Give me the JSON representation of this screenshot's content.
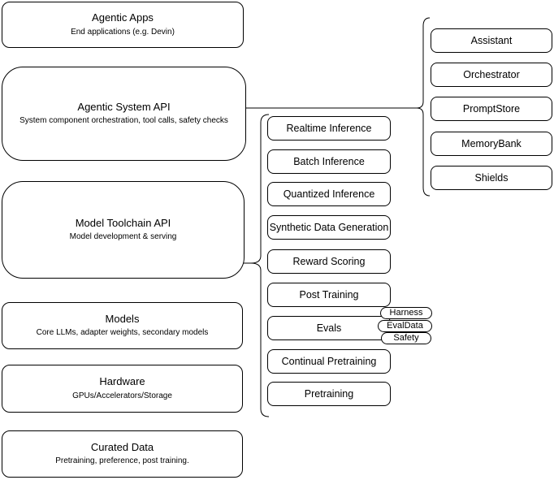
{
  "diagram": {
    "left_boxes": [
      {
        "title": "Agentic Apps",
        "subtitle": "End applications (e.g. Devin)"
      },
      {
        "title": "Agentic System API",
        "subtitle": "System component orchestration, tool calls, safety checks"
      },
      {
        "title": "Model Toolchain API",
        "subtitle": "Model development & serving"
      },
      {
        "title": "Models",
        "subtitle": "Core LLMs, adapter weights, secondary models"
      },
      {
        "title": "Hardware",
        "subtitle": "GPUs/Accelerators/Storage"
      },
      {
        "title": "Curated Data",
        "subtitle": "Pretraining, preference, post training."
      }
    ],
    "toolchain_boxes": [
      {
        "label": "Realtime Inference"
      },
      {
        "label": "Batch Inference"
      },
      {
        "label": "Quantized Inference"
      },
      {
        "label": "Synthetic Data Generation"
      },
      {
        "label": "Reward Scoring"
      },
      {
        "label": "Post Training"
      },
      {
        "label": "Evals"
      },
      {
        "label": "Continual Pretraining"
      },
      {
        "label": "Pretraining"
      }
    ],
    "system_boxes": [
      {
        "label": "Assistant"
      },
      {
        "label": "Orchestrator"
      },
      {
        "label": "PromptStore"
      },
      {
        "label": "MemoryBank"
      },
      {
        "label": "Shields"
      }
    ],
    "eval_tags": [
      {
        "label": "Harness"
      },
      {
        "label": "EvalData"
      },
      {
        "label": "Safety"
      }
    ],
    "colors": {
      "stroke": "#000000",
      "fill": "#ffffff",
      "text": "#000000",
      "background": "#ffffff"
    }
  }
}
